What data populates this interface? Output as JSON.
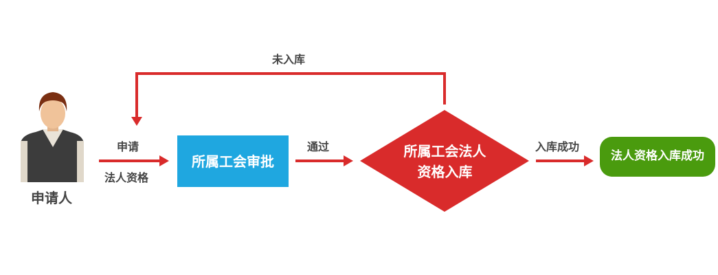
{
  "colors": {
    "arrow": "#d92b2b",
    "approval_fill": "#1fa7e0",
    "diamond_fill": "#d92b2b",
    "success_fill": "#4a9b0e",
    "label_text": "#444444"
  },
  "applicant": {
    "label": "申请人",
    "icon": "person-icon"
  },
  "edges": {
    "apply_top": "申请",
    "apply_bottom": "法人资格",
    "pass": "通过",
    "not_stored": "未入库",
    "stored_success": "入库成功"
  },
  "nodes": {
    "approval": "所属工会审批",
    "storage_line1": "所属工会法人",
    "storage_line2": "资格入库",
    "success": "法人资格入库成功"
  }
}
